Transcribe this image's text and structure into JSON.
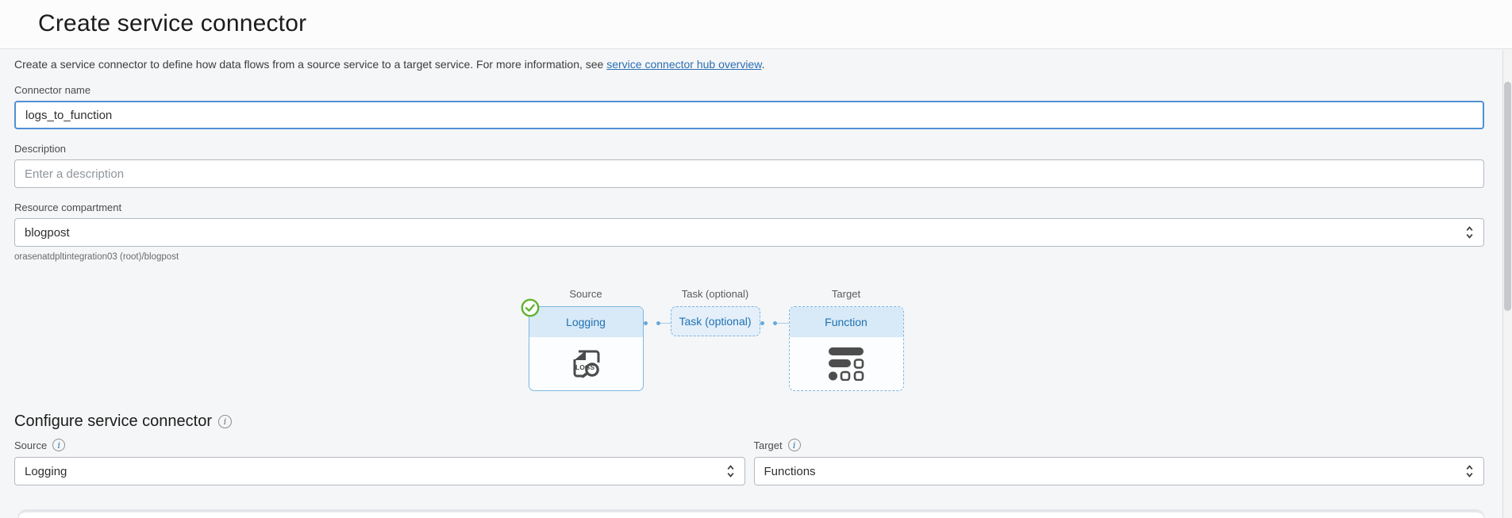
{
  "header": {
    "title": "Create service connector"
  },
  "intro": {
    "text_before_link": "Create a service connector to define how data flows from a source service to a target service. For more information, see ",
    "link_text": "service connector hub overview",
    "text_after_link": "."
  },
  "form": {
    "connector_name": {
      "label": "Connector name",
      "value": "logs_to_function"
    },
    "description": {
      "label": "Description",
      "placeholder": "Enter a description"
    },
    "resource_compartment": {
      "label": "Resource compartment",
      "selected_value": "blogpost",
      "helper_text": "orasenatdpltintegration03 (root)/blogpost"
    }
  },
  "diagram": {
    "source_column_label": "Source",
    "task_column_label": "Task (optional)",
    "target_column_label": "Target",
    "source_node_label": "Logging",
    "task_node_label": "Task (optional)",
    "target_node_label": "Function",
    "logs_icon_text": "LOGS"
  },
  "configure": {
    "heading": "Configure service connector",
    "info_icon_glyph": "i",
    "source_label": "Source",
    "source_selected_value": "Logging",
    "target_label": "Target",
    "target_selected_value": "Functions"
  },
  "colors": {
    "accent-blue": "#4f90d6",
    "link-blue": "#2a6fb5",
    "node-blue": "#2072b1",
    "node-border": "#7db7e2",
    "node-header-bg": "#d8e9f7",
    "task-bg": "#e4effa",
    "success-green": "#5fb32f",
    "icon-gray": "#4d4d4d"
  }
}
